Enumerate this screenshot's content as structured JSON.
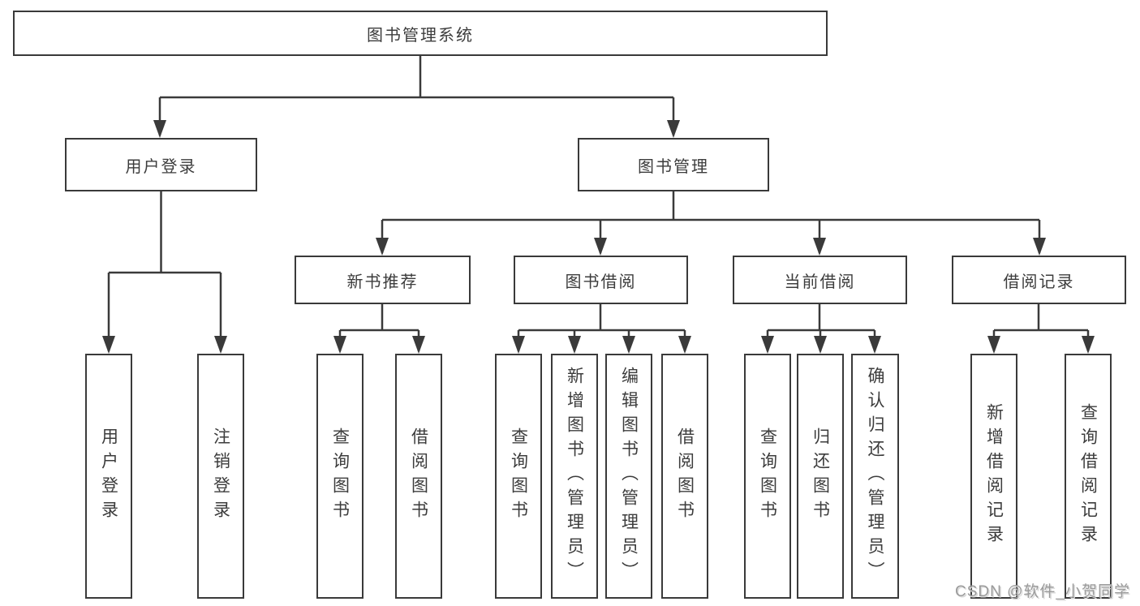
{
  "root": {
    "label": "图书管理系统"
  },
  "branches": [
    {
      "label": "用户登录",
      "leaves": [
        {
          "label": "用户登录"
        },
        {
          "label": "注销登录"
        }
      ]
    },
    {
      "label": "图书管理",
      "groups": [
        {
          "label": "新书推荐",
          "leaves": [
            {
              "label": "查询图书"
            },
            {
              "label": "借阅图书"
            }
          ]
        },
        {
          "label": "图书借阅",
          "leaves": [
            {
              "label": "查询图书"
            },
            {
              "label": "新增图书（管理员）"
            },
            {
              "label": "编辑图书（管理员）"
            },
            {
              "label": "借阅图书"
            }
          ]
        },
        {
          "label": "当前借阅",
          "leaves": [
            {
              "label": "查询图书"
            },
            {
              "label": "归还图书"
            },
            {
              "label": "确认归还（管理员）"
            }
          ]
        },
        {
          "label": "借阅记录",
          "leaves": [
            {
              "label": "新增借阅记录"
            },
            {
              "label": "查询借阅记录"
            }
          ]
        }
      ]
    }
  ],
  "watermark": {
    "text": "CSDN @软件_小贺同学"
  },
  "colors": {
    "line": "#3a3a3a",
    "text": "#3c3c3c",
    "background": "#ffffff",
    "watermark": "#9b9b9b"
  }
}
